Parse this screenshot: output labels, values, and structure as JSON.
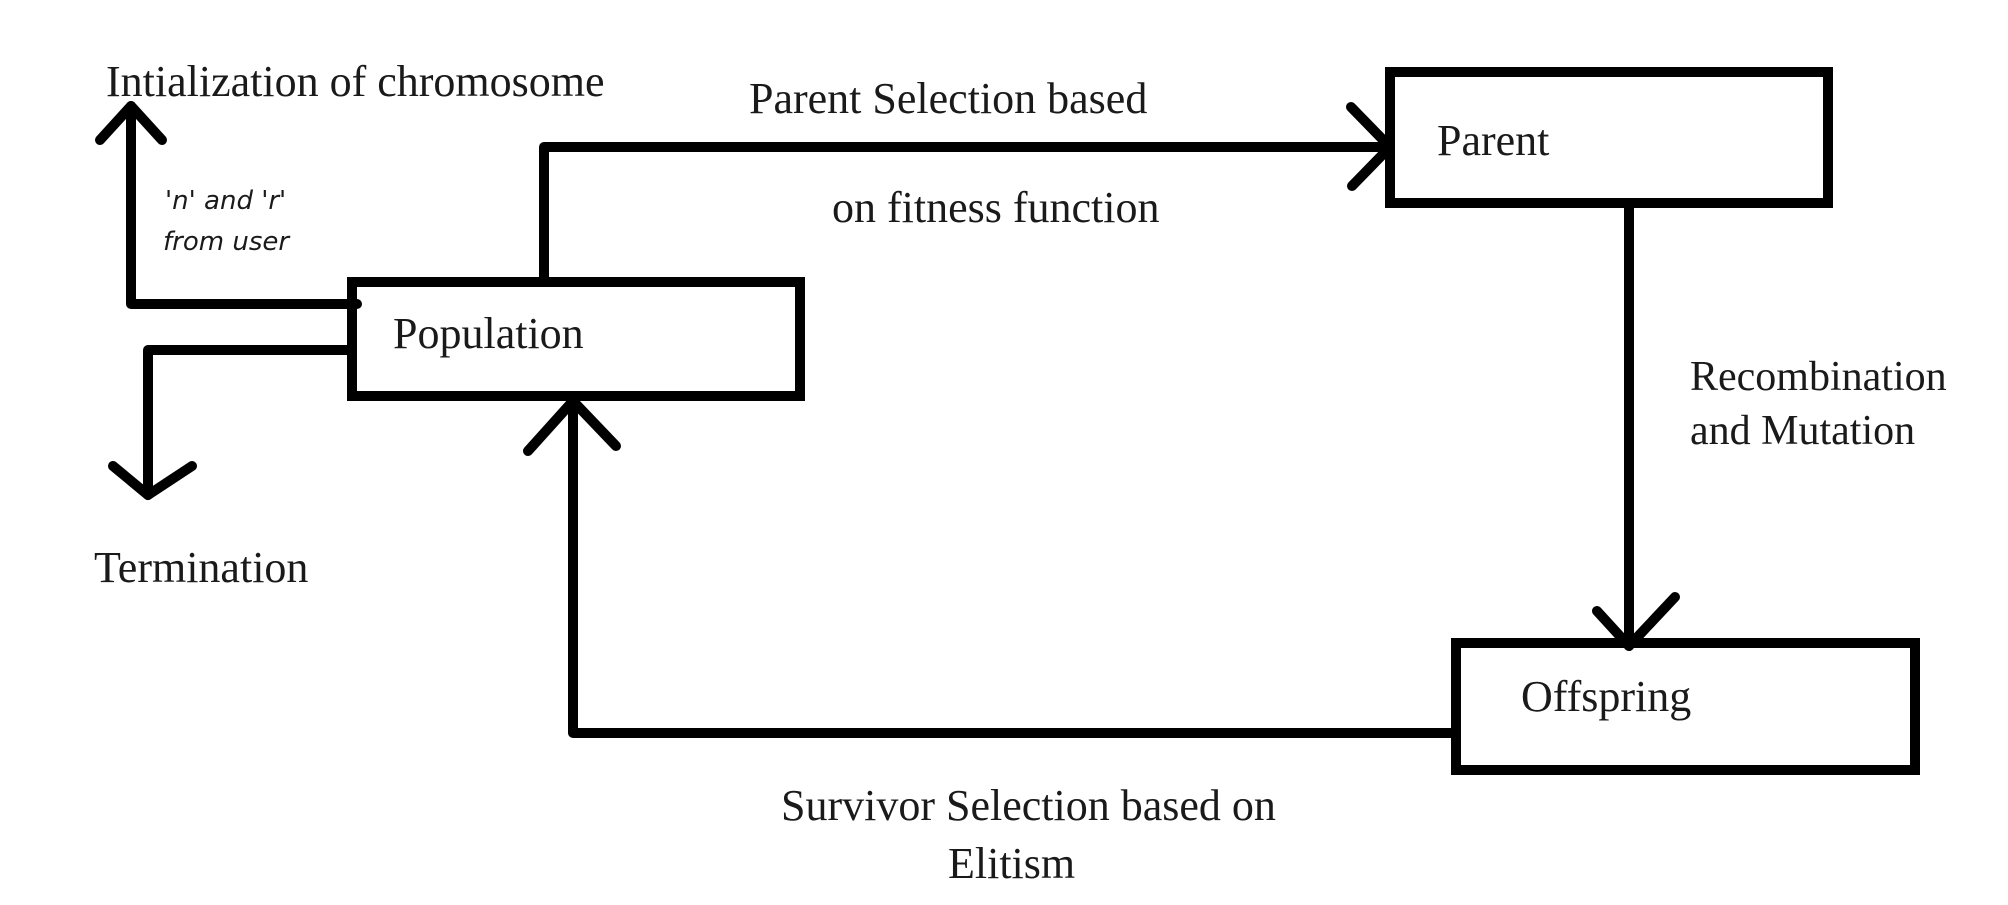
{
  "nodes": {
    "population": "Population",
    "parent": "Parent",
    "offspring": "Offspring"
  },
  "labels": {
    "initialization": "Intialization of chromosome",
    "user_input_line1": "'n' and 'r'",
    "user_input_line2": "from user",
    "termination": "Termination",
    "parent_selection_line1": "Parent Selection based",
    "parent_selection_line2": "on fitness function",
    "recombination_line1": "Recombination",
    "recombination_line2": "and Mutation",
    "survivor_line1": "Survivor Selection based on",
    "survivor_line2": "Elitism"
  }
}
